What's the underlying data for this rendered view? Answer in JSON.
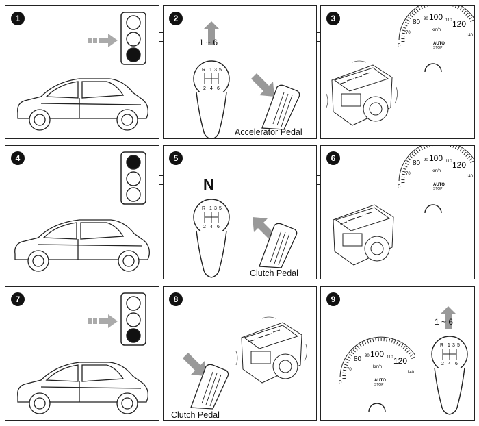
{
  "steps": [
    {
      "number": "1",
      "signal": "red-bottom-lit"
    },
    {
      "number": "2",
      "gear_range": "1 ~ 6",
      "label": "Accelerator Pedal"
    },
    {
      "number": "3"
    },
    {
      "number": "4",
      "signal": "top-lit"
    },
    {
      "number": "5",
      "gear": "N",
      "label": "Clutch Pedal"
    },
    {
      "number": "6"
    },
    {
      "number": "7",
      "signal": "red-bottom-lit"
    },
    {
      "number": "8",
      "label": "Clutch Pedal"
    },
    {
      "number": "9",
      "gear_range": "1 ~ 6"
    }
  ],
  "shift_pattern": {
    "r": "R",
    "g1": "1",
    "g3": "3",
    "g5": "5",
    "g2": "2",
    "g4": "4",
    "g6": "6"
  },
  "gauge": {
    "ticks": [
      "0",
      "70",
      "80",
      "90",
      "100",
      "110",
      "120",
      "140"
    ],
    "unit": "km/h",
    "badge_top": "AUTO",
    "badge_bottom": "STOP"
  },
  "colors": {
    "line": "#222222",
    "arrow": "#9a9a9a",
    "lit_lamp": "#111111"
  }
}
